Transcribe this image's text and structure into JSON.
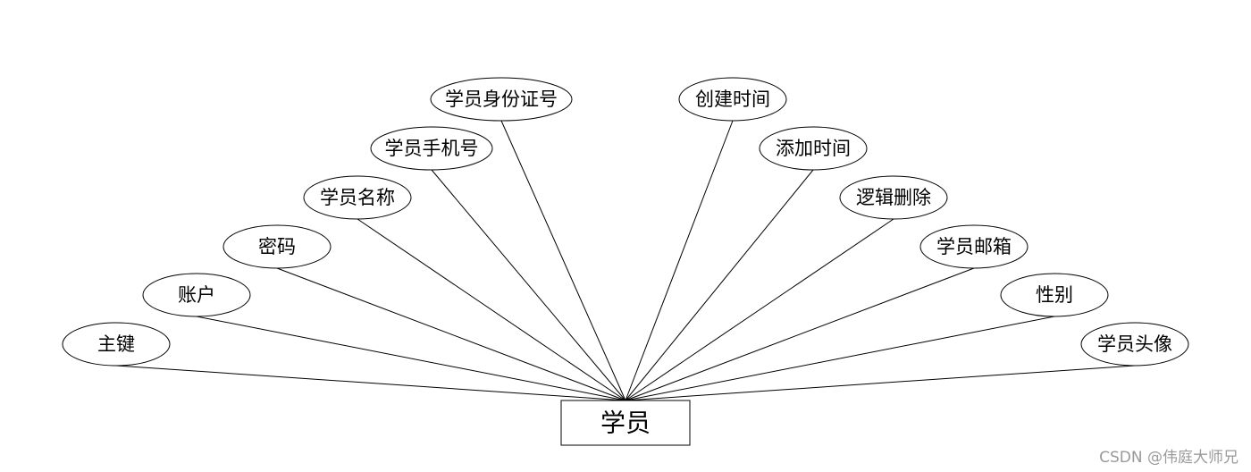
{
  "entity": {
    "label": "学员"
  },
  "attributes": [
    "主键",
    "账户",
    "密码",
    "学员名称",
    "学员手机号",
    "学员身份证号",
    "创建时间",
    "添加时间",
    "逻辑删除",
    "学员邮箱",
    "性别",
    "学员头像"
  ],
  "watermark": "CSDN @伟庭大师兄"
}
